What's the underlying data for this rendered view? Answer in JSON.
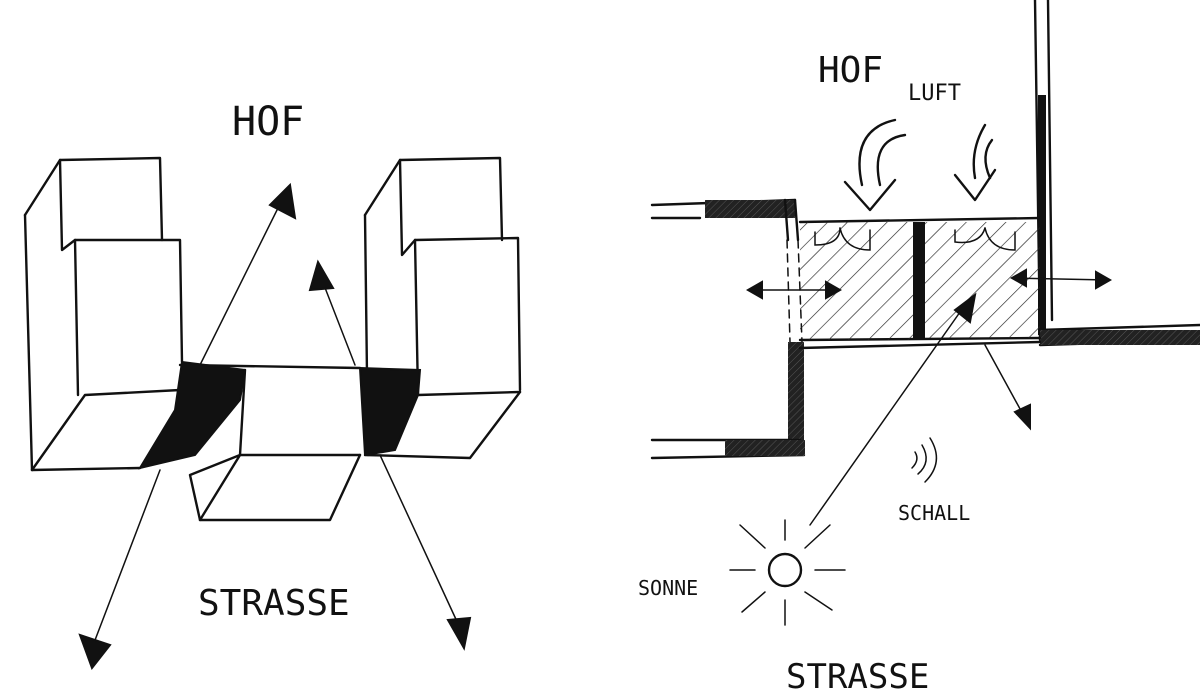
{
  "left_sketch": {
    "label_top": "HOF",
    "label_bottom": "STRASSE"
  },
  "right_sketch": {
    "label_hof": "HOF",
    "label_luft": "LUFT",
    "label_schall": "SCHALL",
    "label_sonne": "SONNE",
    "label_strasse": "STRASSE"
  },
  "colors": {
    "ink": "#111111",
    "paper": "#ffffff"
  }
}
